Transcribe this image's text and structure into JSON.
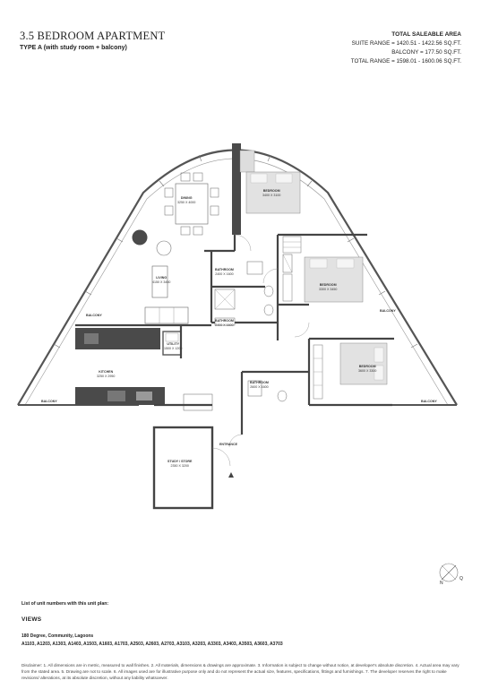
{
  "header": {
    "title": "3.5 BEDROOM APARTMENT",
    "subtitle": "TYPE A (with study room + balcony)"
  },
  "area": {
    "heading": "TOTAL SALEABLE AREA",
    "suite": "SUITE RANGE = 1420.51 - 1422.56 SQ.FT.",
    "balcony": "BALCONY = 177.50 SQ.FT.",
    "total": "TOTAL RANGE = 1598.01 - 1600.06 SQ.FT."
  },
  "rooms": {
    "dining": {
      "name": "DINING",
      "dim": "3250 X 4000"
    },
    "bedroom1": {
      "name": "BEDROOM",
      "dim": "3400 X 3100"
    },
    "living": {
      "name": "LIVING",
      "dim": "4150 X 3450"
    },
    "bathroom1": {
      "name": "BATHROOM",
      "dim": "2400 X 1600"
    },
    "bathroom2": {
      "name": "BATHROOM",
      "dim": "2400 X 1600"
    },
    "bedroom2": {
      "name": "BEDROOM",
      "dim": "3300 X 3450"
    },
    "balcony_left": {
      "name": "BALCONY"
    },
    "balcony_right": {
      "name": "BALCONY"
    },
    "utility": {
      "name": "UTILITY",
      "dim": "1500 X 1200"
    },
    "kitchen": {
      "name": "KITCHEN",
      "dim": "3250 X 2950"
    },
    "bedroom3": {
      "name": "BEDROOM",
      "dim": "3600 X 3300"
    },
    "bathroom3": {
      "name": "BATHROOM",
      "dim": "2600 X 1600"
    },
    "balcony_bl": {
      "name": "BALCONY"
    },
    "balcony_br": {
      "name": "BALCONY"
    },
    "entrance": {
      "name": "ENTRANCE"
    },
    "study": {
      "name": "STUDY / STORE",
      "dim": "2350 X 3200"
    }
  },
  "footer": {
    "units_heading": "List of unit numbers with this unit plan:",
    "views_heading": "VIEWS",
    "views_text": "180 Degree, Community, Lagoons",
    "units_list": "A1103, A1203, A1303, A1403, A1503, A1603, A1703, A2503, A2603, A2703, A3103, A3203, A3303, A3403, A3503, A3603, A3703",
    "disclaimer": "Disclaimer: 1. All dimensions are in metric, measured to wall finishes. 2. All materials, dimensions & drawings are approximate. 3. Information is subject to change without notice, at developer's absolute discretion. 4. Actual area may vary from the stated area. 5. Drawing are not to scale. 6. All images used are for illustrative purpose only and do not represent the actual size, features, specifications, fittings and furnishings. 7. The developer reserves the right to make revisions/ alterations, at its absolute discretion, without any liability whatsoever."
  },
  "compass": {
    "n": "N",
    "q": "Q"
  }
}
